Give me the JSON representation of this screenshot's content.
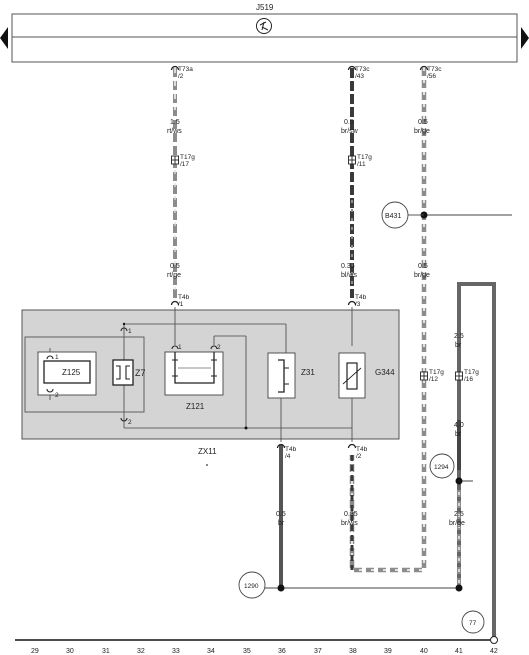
{
  "control_unit": {
    "label": "J519"
  },
  "module": {
    "label": "ZX11"
  },
  "wires": {
    "w33_top": {
      "conn": "T73a",
      "pin": "/2",
      "size": "1.5",
      "color": "rt/ws"
    },
    "w33_mid": {
      "conn": "T17g",
      "pin": "/17"
    },
    "w33_low": {
      "size": "0.5",
      "color": "rt/ge"
    },
    "w33_t4b": {
      "conn": "T4b",
      "pin": "/1"
    },
    "w38_top": {
      "conn": "T73c",
      "pin": "/43",
      "size": "0.5",
      "color": "br/sw"
    },
    "w38_mid": {
      "conn": "T17g",
      "pin": "/11"
    },
    "w38_low": {
      "size": "0.35",
      "color": "bl/ws"
    },
    "w38_t4b": {
      "conn": "T4b",
      "pin": "/3"
    },
    "w40_top": {
      "conn": "T73c",
      "pin": "/56",
      "size": "0.5",
      "color": "br/ge"
    },
    "w40_low": {
      "size": "0.5",
      "color": "br/ge"
    },
    "w40_t17": {
      "conn": "T17g",
      "pin": "/12"
    },
    "w36_out": {
      "conn": "T4b",
      "pin": "/4",
      "size": "0.5",
      "color": "br"
    },
    "w38_out": {
      "conn": "T4b",
      "pin": "/2",
      "size": "0.35",
      "color": "br/ws"
    },
    "w41_a": {
      "size": "2.5",
      "color": "br"
    },
    "w41_t17": {
      "conn": "T17g",
      "pin": "/16"
    },
    "w41_b": {
      "size": "4.0",
      "color": "br"
    },
    "w41_c": {
      "size": "2.5",
      "color": "br/ge"
    }
  },
  "components": {
    "z125": "Z125",
    "z7": "Z7",
    "z121": "Z121",
    "z31": "Z31",
    "g344": "G344",
    "pin1": "1",
    "pin2": "2"
  },
  "markers": {
    "b431": "B431",
    "m1294": "1294",
    "m1290": "1290",
    "m77": "77"
  },
  "columns": [
    "29",
    "30",
    "31",
    "32",
    "33",
    "34",
    "35",
    "36",
    "37",
    "38",
    "39",
    "40",
    "41",
    "42"
  ],
  "icons": {
    "fan": "fan-icon",
    "nav_left": "triangle-left-icon",
    "nav_right": "triangle-right-icon"
  },
  "colors": {
    "frame": "#555555",
    "module_fill": "#d4d4d4",
    "wire_gray": "#8c8c8c",
    "wire_dark": "#3a3a3a"
  }
}
